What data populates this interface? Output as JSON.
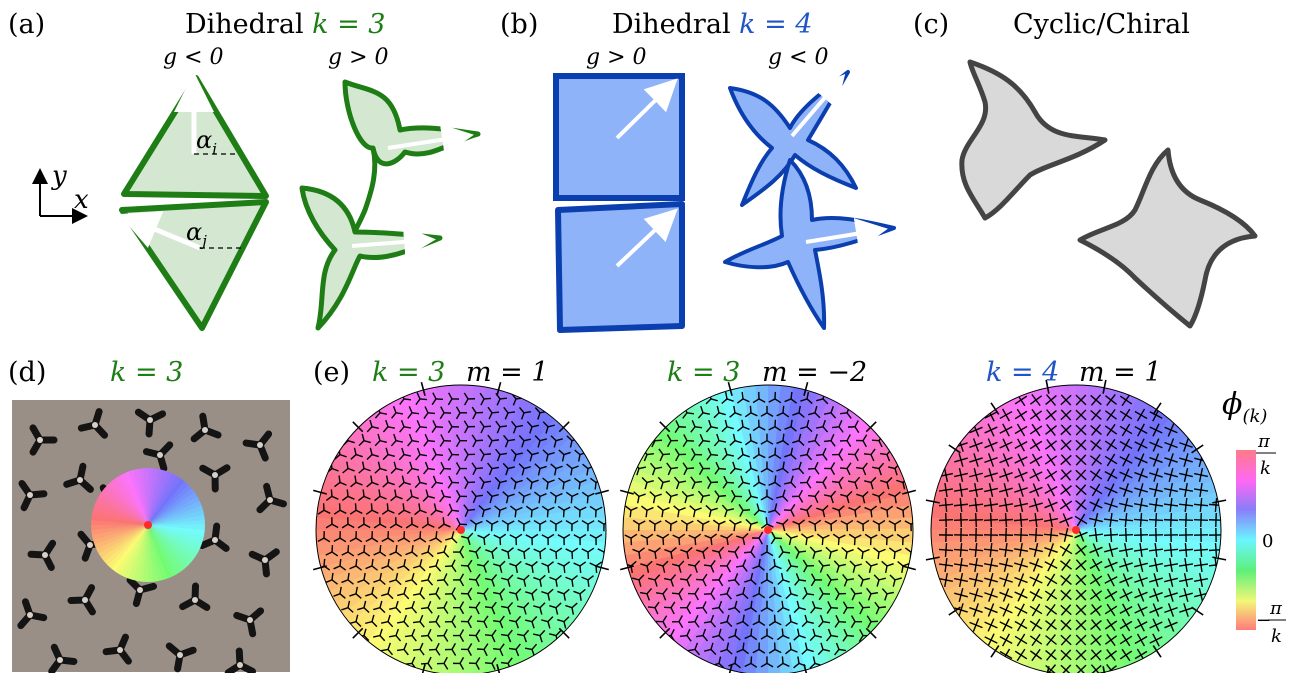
{
  "panels": {
    "a": {
      "tag": "(a)",
      "title": "Dihedral ",
      "k": "k = 3",
      "label_left": "g < 0",
      "label_right": "g > 0",
      "alpha_i": "α",
      "alpha_i_sub": "i",
      "alpha_j": "α",
      "alpha_j_sub": "j",
      "axis_y": "y",
      "axis_x": "x"
    },
    "b": {
      "tag": "(b)",
      "title": "Dihedral ",
      "k": "k = 4",
      "label_left": "g > 0",
      "label_right": "g < 0"
    },
    "c": {
      "tag": "(c)",
      "title": "Cyclic/Chiral"
    },
    "d": {
      "tag": "(d)",
      "k": "k = 3"
    },
    "e": {
      "tag": "(e)",
      "disk1_k": "k = 3",
      "disk1_m": "m = 1",
      "disk2_k": "k = 3",
      "disk2_m": "m = −2",
      "disk3_k": "k = 4",
      "disk3_m": "m = 1"
    },
    "colorbar": {
      "label": "ϕ",
      "label_sub": "(k)",
      "top_num": "π",
      "top_den": "k",
      "mid": "0",
      "bot_sign": "−",
      "bot_num": "π",
      "bot_den": "k"
    }
  },
  "colors": {
    "green": "#1e7d14",
    "green_fill": "#d3e7d1",
    "blue": "#0b3fb0",
    "blue_fill": "#8fb3f8",
    "blue_label": "#2154c8",
    "gray_stroke": "#444444",
    "gray_fill": "#d9d9d9",
    "photo_bg": "#9a8f86"
  }
}
